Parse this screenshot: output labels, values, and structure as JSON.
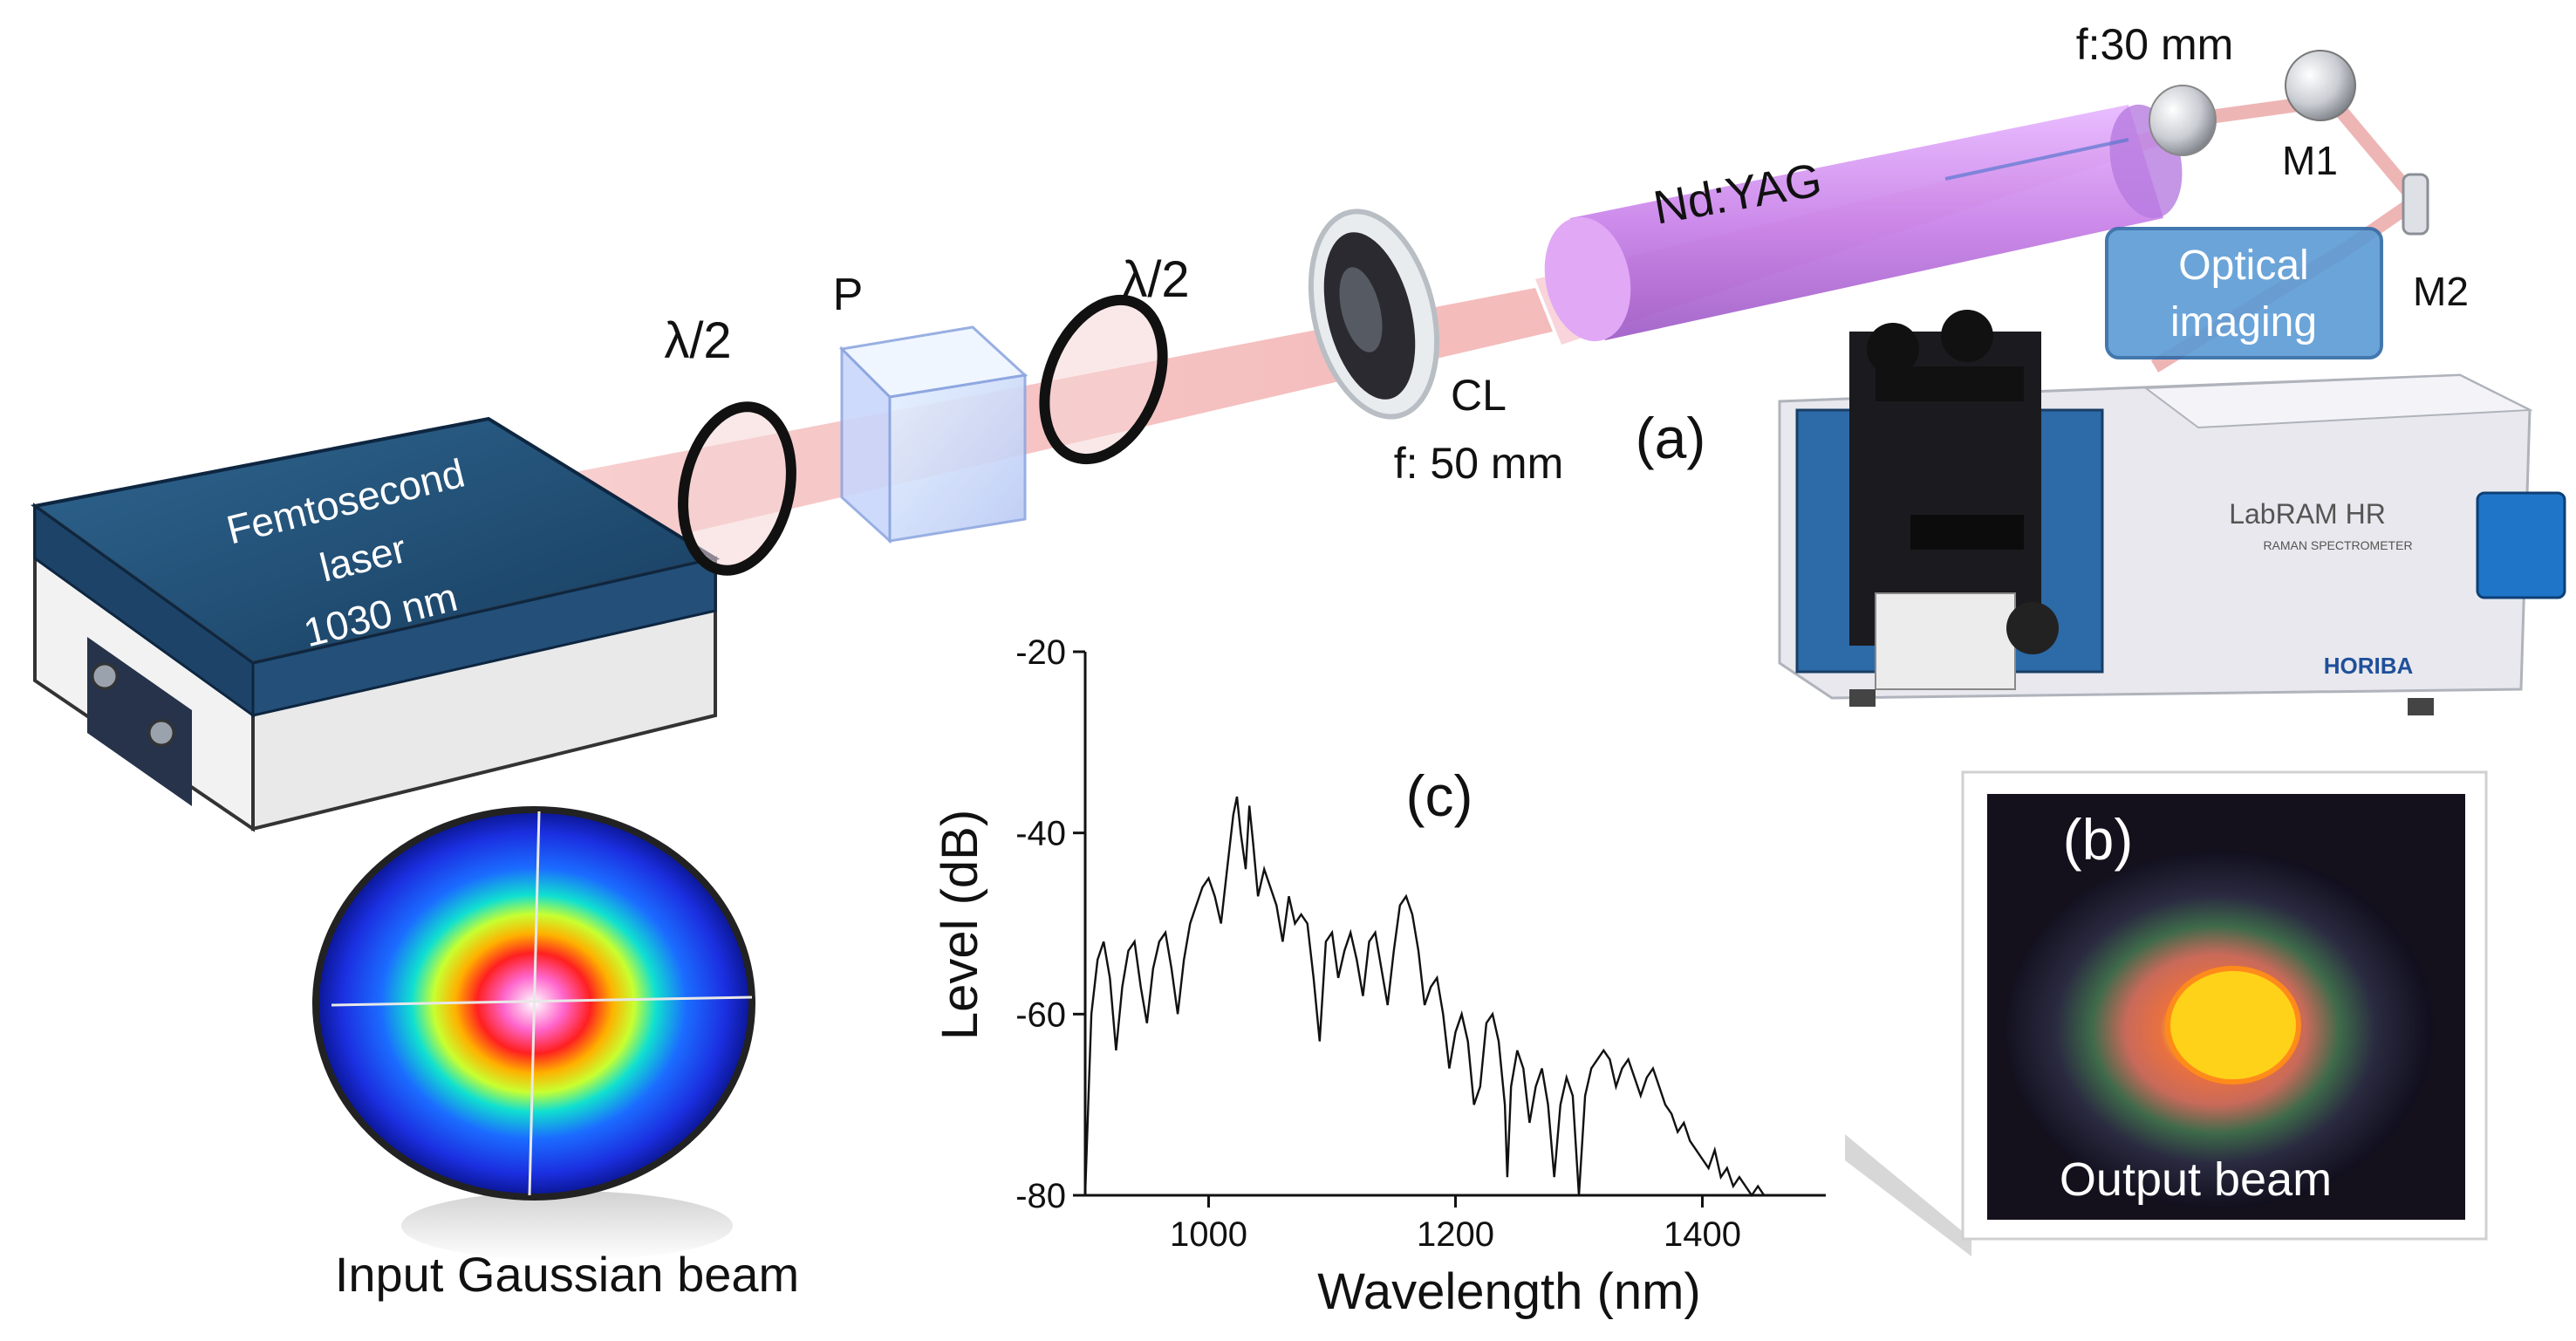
{
  "labels": {
    "laser_line1": "Femtosecond",
    "laser_line2": "laser",
    "laser_line3": "1030 nm",
    "waveplate1": "λ/2",
    "polarizer": "P",
    "waveplate2": "λ/2",
    "cylindrical_lens": "CL",
    "cl_focal": "f: 50 mm",
    "crystal": "Nd:YAG",
    "lens_focal": "f:30 mm",
    "mirror1": "M1",
    "mirror2": "M2",
    "imaging_line1": "Optical",
    "imaging_line2": "imaging",
    "panel_a": "(a)",
    "panel_b": "(b)",
    "panel_c": "(c)",
    "input_caption": "Input Gaussian beam",
    "output_caption": "Output beam",
    "spectrometer_brand": "LabRAM HR",
    "spectrometer_sub": "RAMAN SPECTROMETER",
    "spectrometer_maker": "HORIBA"
  },
  "colors": {
    "laser_body": "#1f4f7a",
    "beam": "#e86a6a",
    "crystal": "#c97be8",
    "imaging_box": "#5b9bd5",
    "output_core": "#ffd21a"
  },
  "chart_data": {
    "type": "line",
    "xlabel": "Wavelength (nm)",
    "ylabel": "Level (dB)",
    "xlim": [
      900,
      1500
    ],
    "ylim": [
      -80,
      -20
    ],
    "xticks": [
      1000,
      1200,
      1400
    ],
    "yticks": [
      -20,
      -40,
      -60,
      -80
    ],
    "x": [
      900,
      903,
      905,
      910,
      915,
      920,
      925,
      930,
      935,
      940,
      945,
      950,
      955,
      960,
      965,
      970,
      975,
      980,
      985,
      990,
      995,
      1000,
      1005,
      1010,
      1015,
      1020,
      1023,
      1026,
      1030,
      1033,
      1036,
      1040,
      1045,
      1050,
      1055,
      1060,
      1065,
      1070,
      1075,
      1080,
      1085,
      1090,
      1095,
      1100,
      1105,
      1110,
      1115,
      1120,
      1125,
      1130,
      1135,
      1140,
      1145,
      1150,
      1155,
      1160,
      1165,
      1170,
      1175,
      1180,
      1185,
      1190,
      1195,
      1200,
      1205,
      1210,
      1215,
      1220,
      1225,
      1230,
      1235,
      1240,
      1242,
      1245,
      1250,
      1255,
      1260,
      1265,
      1270,
      1275,
      1280,
      1285,
      1290,
      1295,
      1300,
      1305,
      1310,
      1315,
      1320,
      1325,
      1330,
      1335,
      1340,
      1345,
      1350,
      1355,
      1360,
      1365,
      1370,
      1375,
      1380,
      1385,
      1390,
      1395,
      1400,
      1405,
      1410,
      1415,
      1420,
      1425,
      1430,
      1435,
      1440,
      1445,
      1450,
      1455,
      1460,
      1465,
      1470,
      1475,
      1480,
      1485,
      1490,
      1495,
      1500
    ],
    "y": [
      -80,
      -68,
      -60,
      -54,
      -52,
      -56,
      -64,
      -57,
      -53,
      -52,
      -57,
      -61,
      -55,
      -52,
      -51,
      -55,
      -60,
      -54,
      -50,
      -48,
      -46,
      -45,
      -47,
      -50,
      -44,
      -38,
      -36,
      -40,
      -44,
      -37,
      -41,
      -47,
      -44,
      -46,
      -48,
      -52,
      -47,
      -50,
      -49,
      -50,
      -56,
      -63,
      -52,
      -51,
      -56,
      -53,
      -51,
      -54,
      -58,
      -52,
      -51,
      -55,
      -59,
      -53,
      -48,
      -47,
      -49,
      -53,
      -59,
      -57,
      -56,
      -60,
      -66,
      -62,
      -60,
      -63,
      -70,
      -68,
      -61,
      -60,
      -63,
      -70,
      -78,
      -68,
      -64,
      -66,
      -72,
      -68,
      -66,
      -70,
      -78,
      -70,
      -67,
      -69,
      -80,
      -69,
      -66,
      -65,
      -64,
      -65,
      -68,
      -66,
      -65,
      -67,
      -69,
      -67,
      -66,
      -68,
      -70,
      -71,
      -73,
      -72,
      -74,
      -75,
      -76,
      -77,
      -75,
      -78,
      -77,
      -79,
      -78,
      -79,
      -80,
      -79,
      -80,
      -80,
      -80,
      -80,
      -80,
      -80,
      -80,
      -80,
      -80,
      -80
    ]
  }
}
